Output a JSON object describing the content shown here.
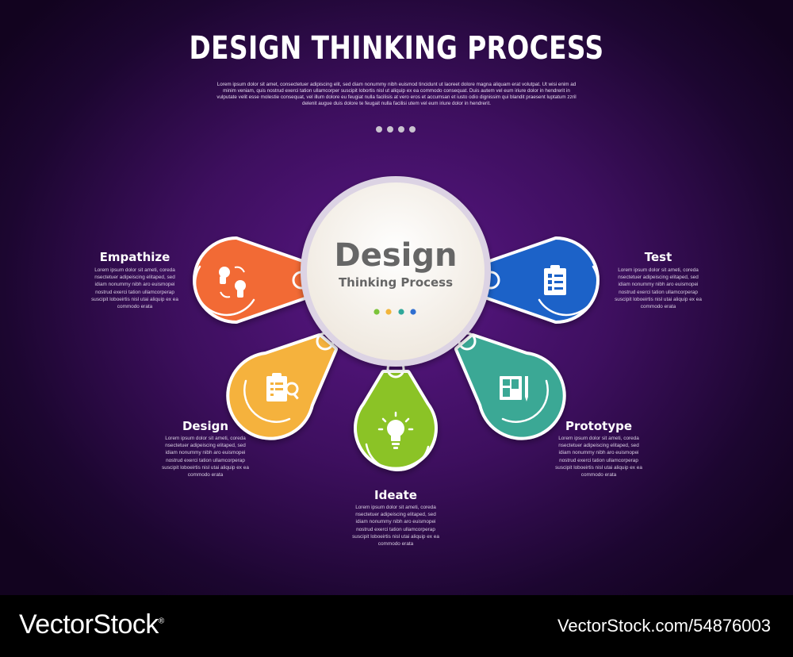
{
  "title": "DESIGN THINKING PROCESS",
  "intro": "Lorem ipsum dolor sit amet, consectetuer adipiscing elit, sed diam nonummy nibh euismod tincidunt ut laoreet dolore magna aliquam erat volutpat. Ut wisi enim ad minim veniam, quis nostrud exerci tation ullamcorper suscipit lobortis nisl ut aliquip ex ea commodo consequat. Duis autem vel eum iriure dolor in hendrerit in vulputate velit esse molestie consequat, vel illum dolore eu feugiat nulla facilisis at vero eros et accumsan et iusto odio dignissim qui blandit praesent luptatum zzril delenit augue duis dolore te feugait nulla facilisi utem vel eum iriure dolor in hendrerit.",
  "hub": {
    "line1": "Design",
    "line2": "Thinking Process",
    "dot_colors": [
      "#7cc43a",
      "#f2b53b",
      "#2fa89a",
      "#2f6fd1"
    ]
  },
  "steps": [
    {
      "label": "Empathize",
      "color": "#f26a36",
      "icon": "empathy-heads-icon",
      "text": "Lorem ipsum dolor sit ameti, coreda nsectetuer adipeiscing elitaped, sed idiam nonummy nibh aro euismopei nostrud exerci tation ullamcorperap suscipit loboeirtis nisl utai aliquip ex ea commodo erata"
    },
    {
      "label": "Design",
      "color": "#f5b23d",
      "icon": "clipboard-search-icon",
      "text": "Lorem ipsum dolor sit ameti, coreda nsectetuer adipeiscing elitaped, sed idiam nonummy nibh aro euismopei nostrud exerci tation ullamcorperap suscipit loboeirtis nisl utai aliquip ex ea commodo erata"
    },
    {
      "label": "Ideate",
      "color": "#8bc327",
      "icon": "lightbulb-icon",
      "text": "Lorem ipsum dolor sit ameti, coreda nsectetuer adipeiscing elitaped, sed idiam nonummy nibh aro euismopei nostrud exerci tation ullamcorperap suscipit loboeirtis nisl utai aliquip ex ea commodo erata"
    },
    {
      "label": "Prototype",
      "color": "#3aa895",
      "icon": "blueprint-pencil-icon",
      "text": "Lorem ipsum dolor sit ameti, coreda nsectetuer adipeiscing elitaped, sed idiam nonummy nibh aro euismopei nostrud exerci tation ullamcorperap suscipit loboeirtis nisl utai aliquip ex ea commodo erata"
    },
    {
      "label": "Test",
      "color": "#1f62c8",
      "icon": "checklist-icon",
      "text": "Lorem ipsum dolor sit ameti, coreda nsectetuer adipeiscing elitaped, sed idiam nonummy nibh aro euismopei nostrud exerci tation ullamcorperap suscipit loboeirtis nisl utai aliquip ex ea commodo erata"
    }
  ],
  "footer": {
    "brand": "VectorStock",
    "brand_reg": "®",
    "url": "VectorStock.com/54876003"
  }
}
